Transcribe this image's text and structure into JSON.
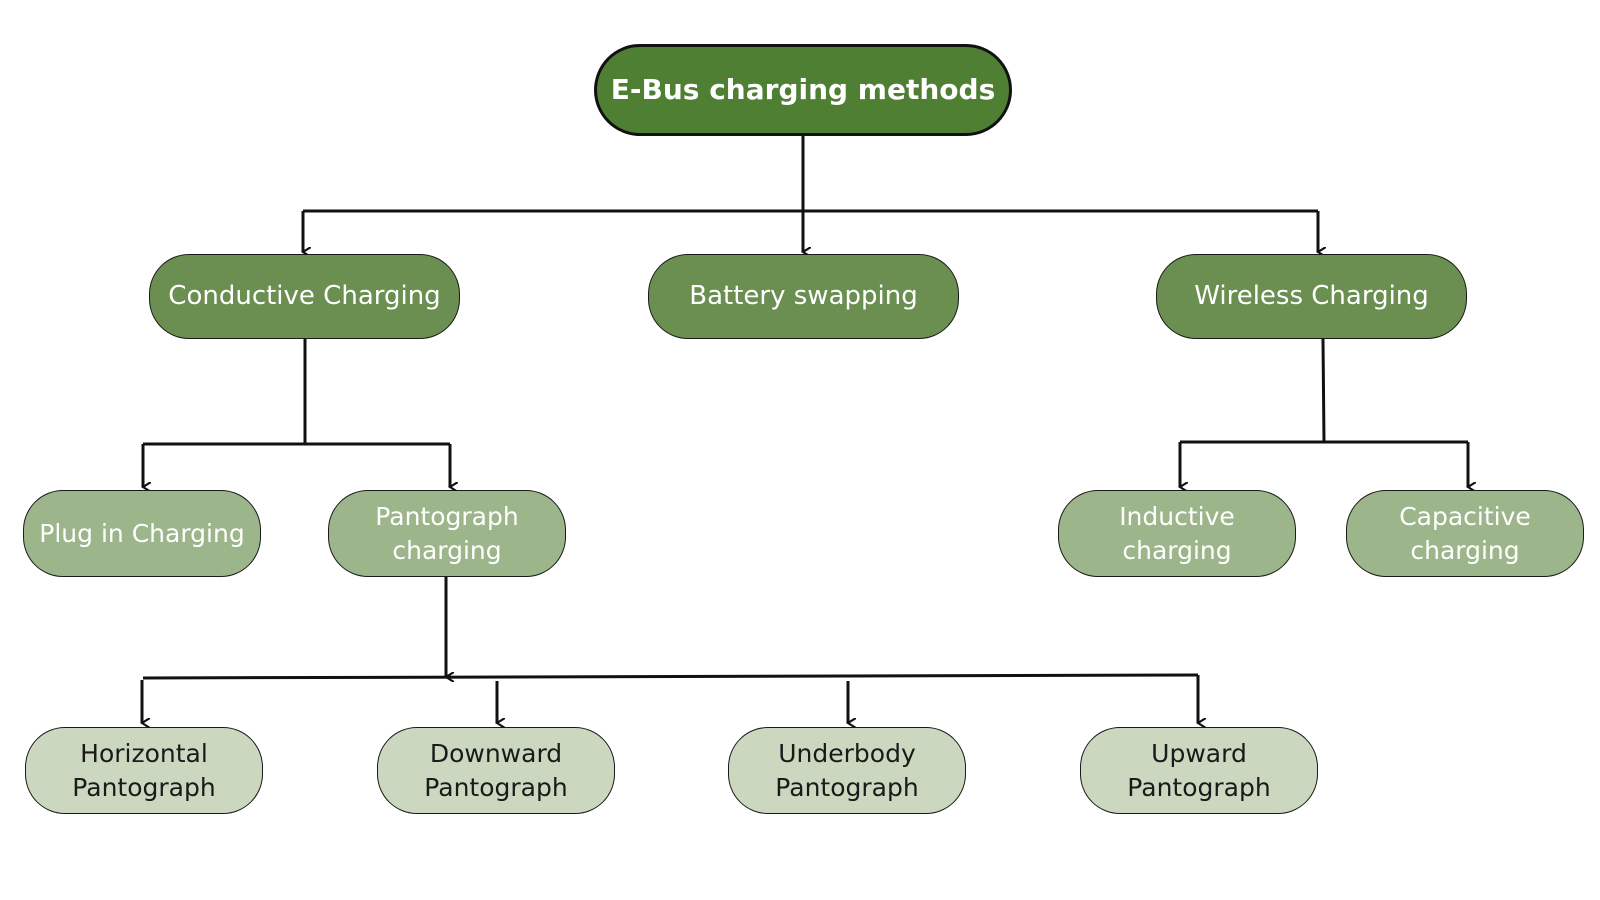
{
  "colors": {
    "root": "#4e7f33",
    "level1": "#6a8f50",
    "level2": "#9cb58a",
    "level3": "#cbd8bf",
    "line": "#111111"
  },
  "diagram": {
    "root": {
      "label": "E-Bus charging methods"
    },
    "level1": {
      "conductive": "Conductive Charging",
      "battery": "Battery swapping",
      "wireless": "Wireless Charging"
    },
    "level2": {
      "plug_in": "Plug in Charging",
      "pantograph": [
        "Pantograph",
        "charging"
      ],
      "inductive": [
        "Inductive",
        "charging"
      ],
      "capacitive": [
        "Capacitive",
        "charging"
      ]
    },
    "level3": {
      "horizontal": [
        "Horizontal",
        "Pantograph"
      ],
      "downward": [
        "Downward",
        "Pantograph"
      ],
      "underbody": [
        "Underbody",
        "Pantograph"
      ],
      "upward": [
        "Upward",
        "Pantograph"
      ]
    }
  }
}
